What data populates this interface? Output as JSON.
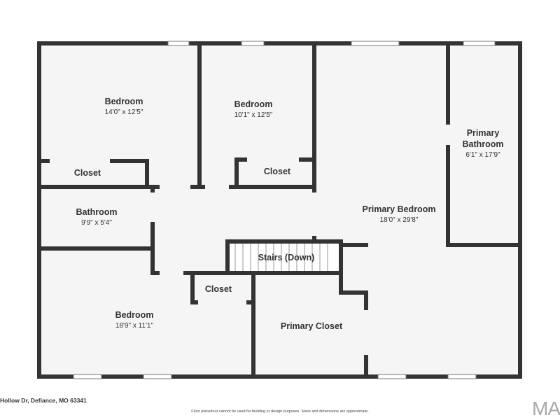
{
  "rooms": {
    "bedroom1": {
      "name": "Bedroom",
      "dims": "14'0\" x 12'5\""
    },
    "bedroom2": {
      "name": "Bedroom",
      "dims": "10'1\" x 12'5\""
    },
    "primary_bedroom": {
      "name": "Primary Bedroom",
      "dims": "18'0\" x 29'8\""
    },
    "primary_bathroom": {
      "name_line1": "Primary",
      "name_line2": "Bathroom",
      "dims": "6'1\" x 17'9\""
    },
    "closet1": {
      "name": "Closet"
    },
    "closet2": {
      "name": "Closet"
    },
    "closet3": {
      "name": "Closet"
    },
    "bathroom": {
      "name": "Bathroom",
      "dims": "9'9\" x 5'4\""
    },
    "stairs": {
      "name": "Stairs (Down)"
    },
    "bedroom3": {
      "name": "Bedroom",
      "dims": "18'9\" x 11'1\""
    },
    "primary_closet": {
      "name": "Primary Closet"
    }
  },
  "footer": {
    "address": "Hollow Dr, Defiance, MO 63341",
    "disclaimer": "Floor plans/tour cannot be used for building or design purposes. Sizes and dimensions are approximate.",
    "logo": "MA"
  }
}
